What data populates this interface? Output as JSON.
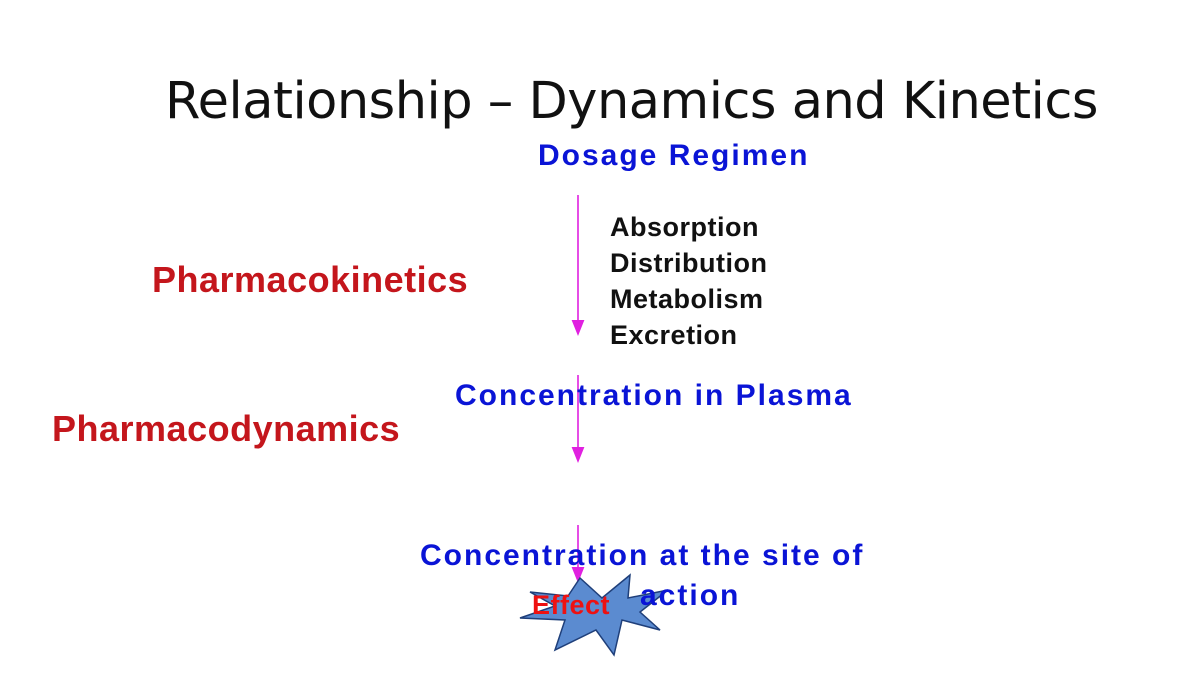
{
  "slide": {
    "title": "Relationship – Dynamics and Kinetics"
  },
  "diagram": {
    "dosage_regimen": "Dosage Regimen",
    "pharmacokinetics": "Pharmacokinetics",
    "pk_processes": [
      "Absorption",
      "Distribution",
      "Metabolism",
      "Excretion"
    ],
    "concentration_plasma": "Concentration in Plasma",
    "pharmacodynamics": "Pharmacodynamics",
    "concentration_site_line1": "Concentration at the site of",
    "concentration_site_line2": "action",
    "effect": "Effect"
  },
  "colors": {
    "blue_text": "#0a14d6",
    "red_text": "#c4161c",
    "arrow": "#e020e0",
    "effect_burst_fill": "#5b8bd0",
    "effect_text": "#ee1111"
  }
}
